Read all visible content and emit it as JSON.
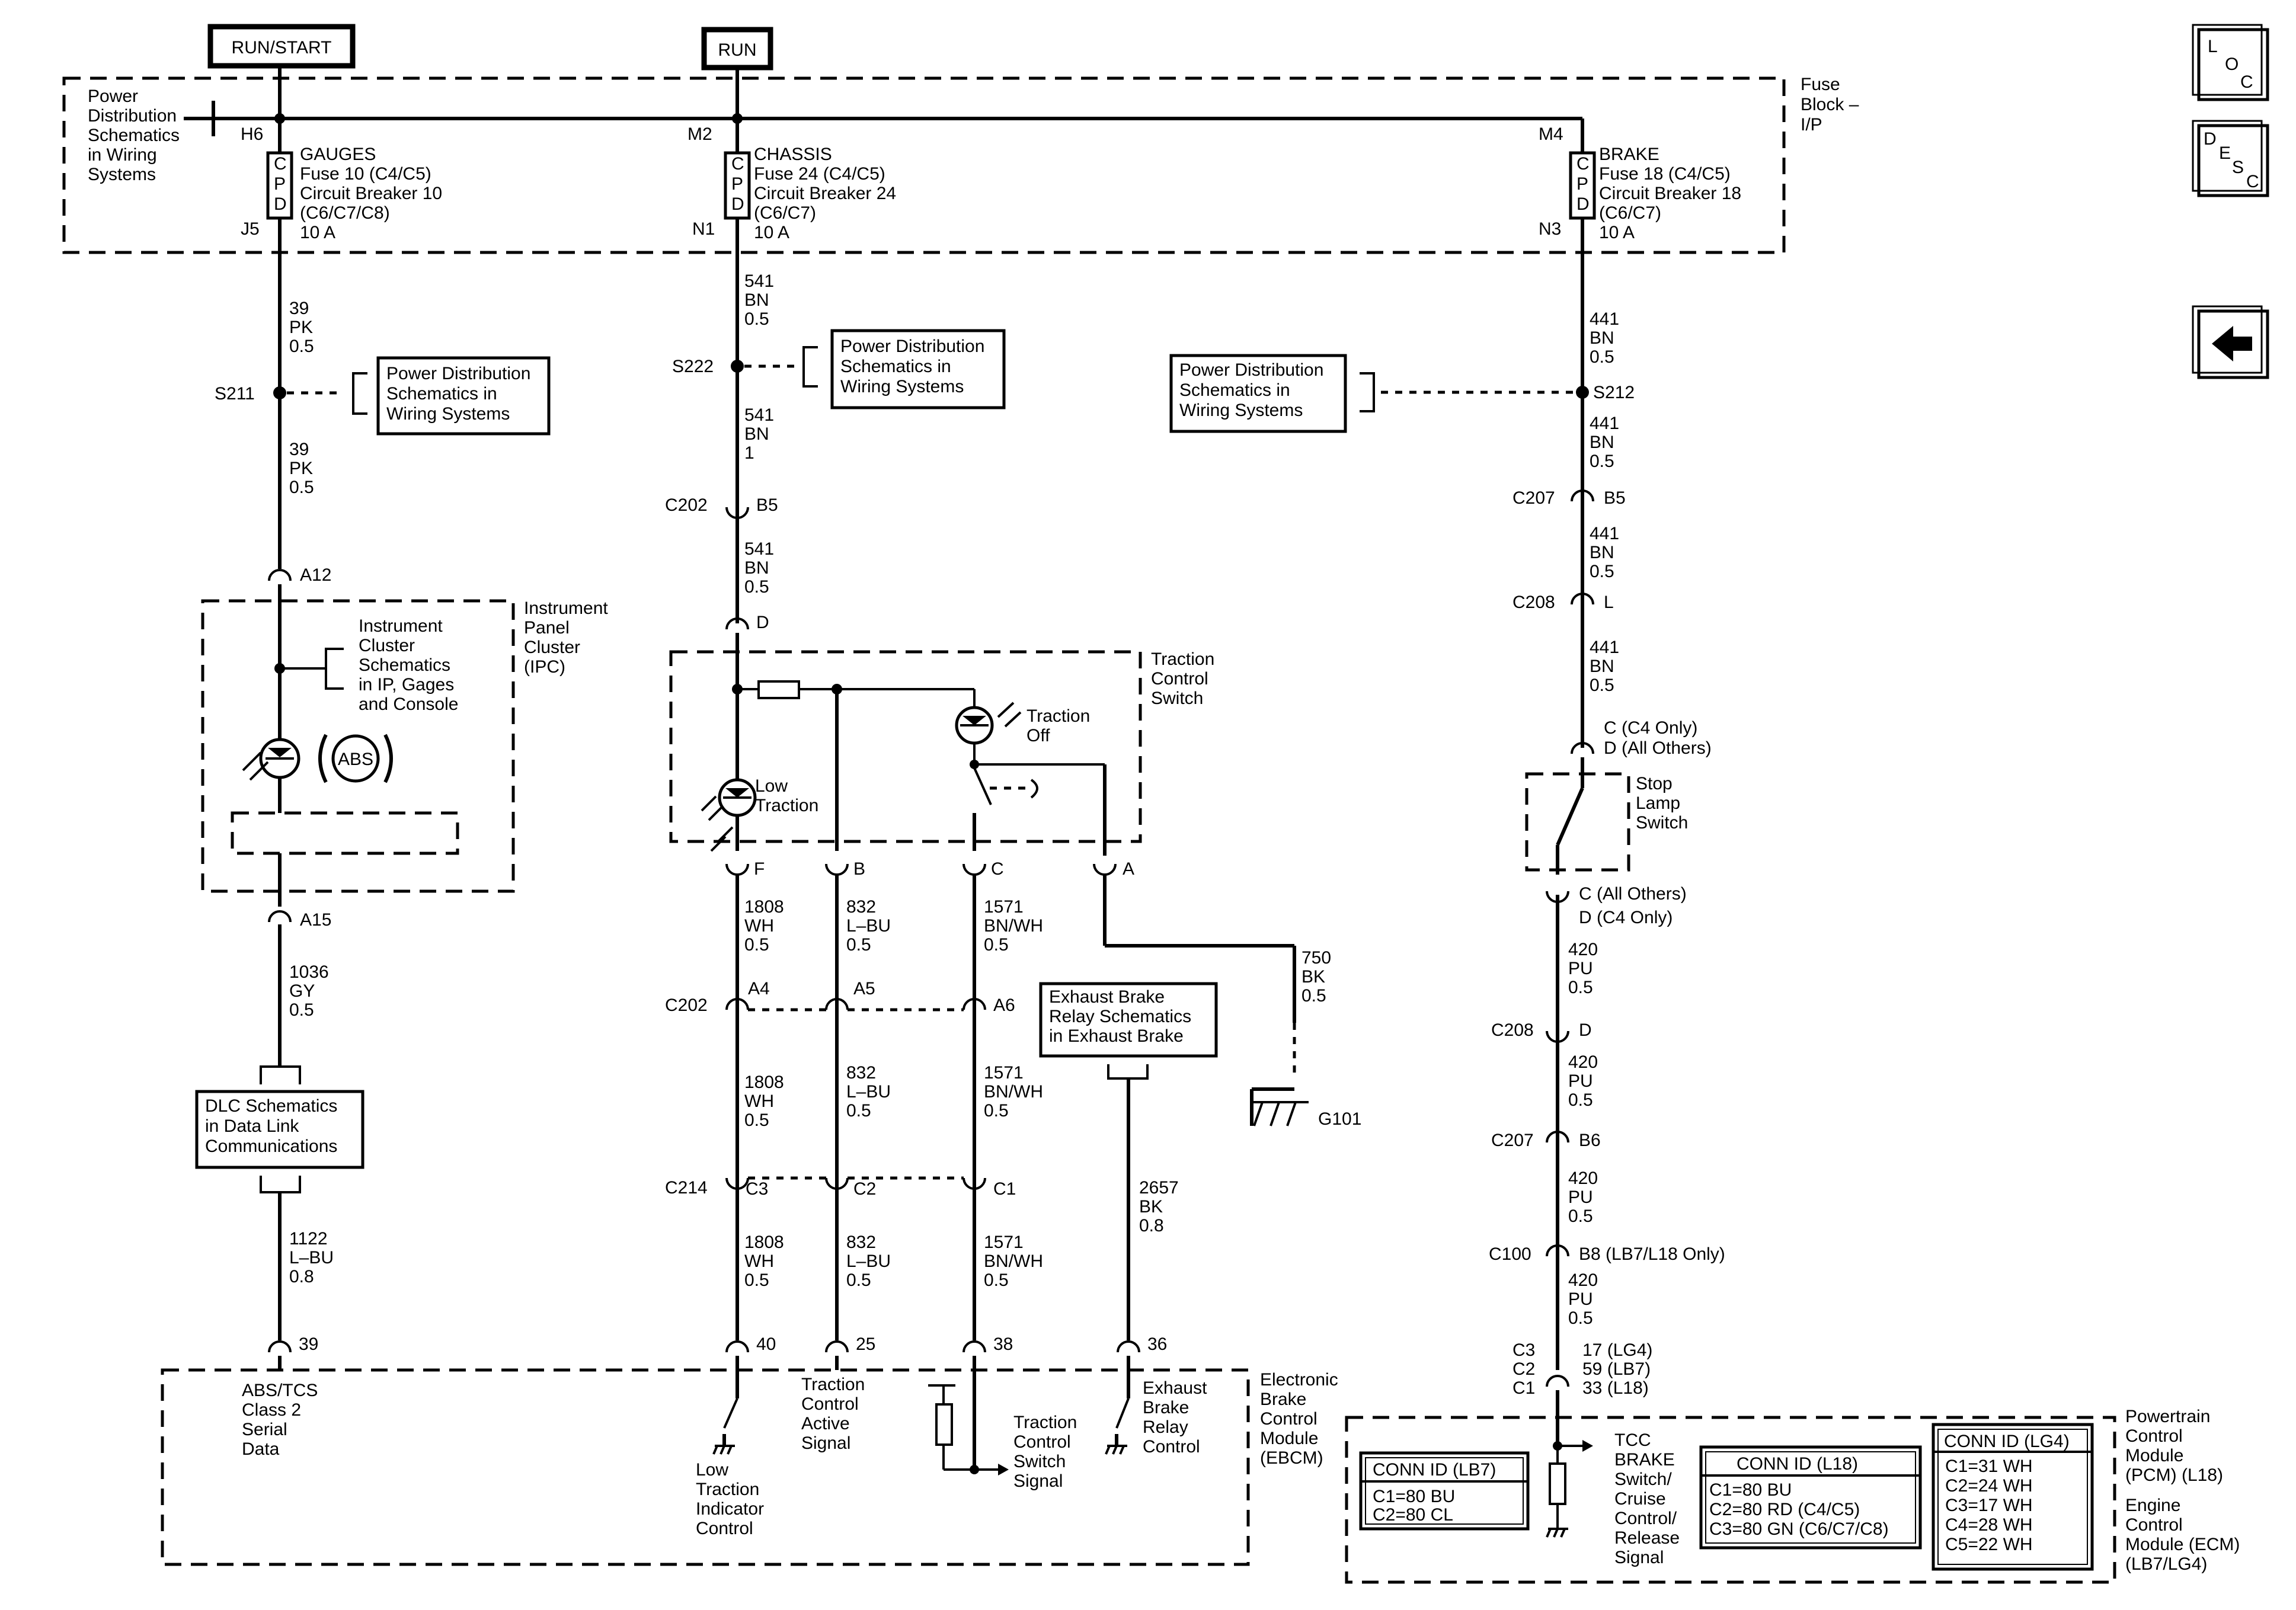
{
  "supply": {
    "run_start": "RUN/START",
    "run": "RUN"
  },
  "fuse_block": {
    "label_line1": "Fuse",
    "label_line2": "Block –",
    "label_line3": "I/P",
    "pds_ref": [
      "Power",
      "Distribution",
      "Schematics",
      "in Wiring",
      "Systems"
    ],
    "fuses": [
      {
        "top_pin": "H6",
        "bottom_pin": "J5",
        "lines": [
          "GAUGES",
          "Fuse 10 (C4/C5)",
          "Circuit Breaker 10",
          "(C6/C7/C8)",
          "10 A"
        ]
      },
      {
        "top_pin": "M2",
        "bottom_pin": "N1",
        "lines": [
          "CHASSIS",
          "Fuse 24 (C4/C5)",
          "Circuit Breaker 24",
          "(C6/C7)",
          "10 A"
        ]
      },
      {
        "top_pin": "M4",
        "bottom_pin": "N3",
        "lines": [
          "BRAKE",
          "Fuse 18 (C4/C5)",
          "Circuit Breaker 18",
          "(C6/C7)",
          "10 A"
        ]
      }
    ],
    "cpd": [
      "C",
      "P",
      "D"
    ]
  },
  "nav": {
    "loc": [
      "L",
      "O",
      "C"
    ],
    "desc": [
      "D",
      "E",
      "S",
      "C"
    ],
    "back_icon": "left-arrow-icon"
  },
  "wires": {
    "w39_pk_a": [
      "39",
      "PK",
      "0.5"
    ],
    "w39_pk_b": [
      "39",
      "PK",
      "0.5"
    ],
    "w1036": [
      "1036",
      "GY",
      "0.5"
    ],
    "w1122": [
      "1122",
      "L–BU",
      "0.8"
    ],
    "w541_a": [
      "541",
      "BN",
      "0.5"
    ],
    "w541_b": [
      "541",
      "BN",
      "1"
    ],
    "w541_c": [
      "541",
      "BN",
      "0.5"
    ],
    "w1808_a": [
      "1808",
      "WH",
      "0.5"
    ],
    "w1808_b": [
      "1808",
      "WH",
      "0.5"
    ],
    "w1808_c": [
      "1808",
      "WH",
      "0.5"
    ],
    "w832_a": [
      "832",
      "L–BU",
      "0.5"
    ],
    "w832_b": [
      "832",
      "L–BU",
      "0.5"
    ],
    "w832_c": [
      "832",
      "L–BU",
      "0.5"
    ],
    "w1571_a": [
      "1571",
      "BN/WH",
      "0.5"
    ],
    "w1571_b": [
      "1571",
      "BN/WH",
      "0.5"
    ],
    "w1571_c": [
      "1571",
      "BN/WH",
      "0.5"
    ],
    "w750": [
      "750",
      "BK",
      "0.5"
    ],
    "w2657": [
      "2657",
      "BK",
      "0.8"
    ],
    "w441_a": [
      "441",
      "BN",
      "0.5"
    ],
    "w441_b": [
      "441",
      "BN",
      "0.5"
    ],
    "w441_c": [
      "441",
      "BN",
      "0.5"
    ],
    "w441_d": [
      "441",
      "BN",
      "0.5"
    ],
    "w420_a": [
      "420",
      "PU",
      "0.5"
    ],
    "w420_b": [
      "420",
      "PU",
      "0.5"
    ],
    "w420_c": [
      "420",
      "PU",
      "0.5"
    ],
    "w420_d": [
      "420",
      "PU",
      "0.5"
    ]
  },
  "splices": {
    "s211": "S211",
    "s222": "S222",
    "s212": "S212"
  },
  "refs": {
    "pds_s211": [
      "Power Distribution",
      "Schematics in",
      "Wiring  Systems"
    ],
    "pds_s222": [
      "Power Distribution",
      "Schematics in",
      "Wiring  Systems"
    ],
    "pds_s212": [
      "Power Distribution",
      "Schematics in",
      "Wiring  Systems"
    ],
    "dlc": [
      "DLC Schematics",
      "in Data Link",
      "Communications"
    ],
    "exhaust": [
      "Exhaust Brake",
      "Relay Schematics",
      "in Exhaust Brake"
    ],
    "ipc_ref": [
      "Instrument",
      "Cluster",
      "Schematics",
      "in IP, Gages",
      "and Console"
    ]
  },
  "connectors": {
    "a12": "A12",
    "a15": "A15",
    "ipc_39": "39",
    "c202_top": "C202",
    "b5_left": "B5",
    "d_top": "D",
    "f": "F",
    "b": "B",
    "c": "C",
    "a": "A",
    "c202_mid": "C202",
    "a4": "A4",
    "a5": "A5",
    "a6": "A6",
    "c214": "C214",
    "c3": "C3",
    "c2": "C2",
    "c1": "C1",
    "p40": "40",
    "p25": "25",
    "p38": "38",
    "p36": "36",
    "c207_top": "C207",
    "b5_right": "B5",
    "c208_top": "C208",
    "l": "L",
    "stop_top_1": "C (C4 Only)",
    "stop_top_2": "D (All Others)",
    "stop_bot_1": "C (All Others)",
    "stop_bot_2": "D (C4 Only)",
    "c208_bot": "C208",
    "d_right": "D",
    "c207_bot": "C207",
    "b6": "B6",
    "c100": "C100",
    "b8": "B8 (LB7/L18 Only)",
    "pcm_c3": "C3",
    "pcm_c2": "C2",
    "pcm_c1": "C1",
    "pcm_pin1": "17 (LG4)",
    "pcm_pin2": "59 (LB7)",
    "pcm_pin3": "33 (L18)"
  },
  "components": {
    "ipc": [
      "Instrument",
      "Panel",
      "Cluster",
      "(IPC)"
    ],
    "abs": "ABS",
    "tcs": [
      "Traction",
      "Control",
      "Switch"
    ],
    "low_traction": [
      "Low",
      "Traction"
    ],
    "traction_off": [
      "Traction",
      "Off"
    ],
    "stop_lamp": [
      "Stop",
      "Lamp",
      "Switch"
    ],
    "ground": "G101",
    "ebcm": [
      "Electronic",
      "Brake",
      "Control",
      "Module",
      "(EBCM)"
    ],
    "ebcm_signals": {
      "abs_tcs": [
        "ABS/TCS",
        "Class 2",
        "Serial",
        "Data"
      ],
      "low_traction": [
        "Low",
        "Traction",
        "Indicator",
        "Control"
      ],
      "tc_active": [
        "Traction",
        "Control",
        "Active",
        "Signal"
      ],
      "tc_switch": [
        "Traction",
        "Control",
        "Switch",
        "Signal"
      ],
      "exhaust": [
        "Exhaust",
        "Brake",
        "Relay",
        "Control"
      ]
    },
    "pcm": [
      "Powertrain",
      "Control",
      "Module",
      "(PCM)  (L18)",
      "Engine",
      "Control",
      "Module (ECM)",
      "(LB7/LG4)"
    ],
    "tcc_signal": [
      "TCC",
      "BRAKE",
      "Switch/",
      "Cruise",
      "Control/",
      "Release",
      "Signal"
    ],
    "conn_lb7": {
      "title": "CONN ID (LB7)",
      "rows": [
        "C1=80 BU",
        "C2=80 CL"
      ]
    },
    "conn_l18": {
      "title": "CONN ID (L18)",
      "rows": [
        "C1=80 BU",
        "C2=80 RD (C4/C5)",
        "C3=80 GN (C6/C7/C8)"
      ]
    },
    "conn_lg4": {
      "title": "CONN ID (LG4)",
      "rows": [
        "C1=31 WH",
        "C2=24 WH",
        "C3=17 WH",
        "C4=28 WH",
        "C5=22 WH"
      ]
    }
  }
}
